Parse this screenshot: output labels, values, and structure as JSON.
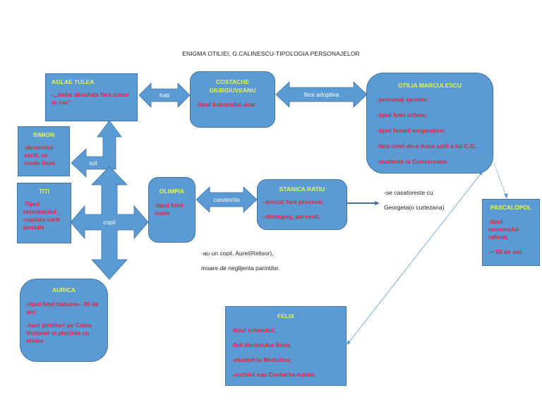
{
  "title": "ENIGMA OTILIEI, G.CALINESCU-TIPOLOGIA PERSONAJELOR",
  "colors": {
    "box_fill": "#5b9bd5",
    "box_border": "#41719c",
    "name_text": "#e8f44a",
    "trait_text": "#e8203a",
    "connector_line": "#5b9bd5"
  },
  "nodes": {
    "aglae": {
      "name": "AGLAE TULEA",
      "lines": [
        "-„,baba absoluta fara cusur in rau”"
      ]
    },
    "costache": {
      "name": "COSTACHE GIURGIUVEANU",
      "lines": [
        "-tipul batranului avar"
      ]
    },
    "otilia": {
      "name": "OTILIA MARCULESCU",
      "lines": [
        "-personaj eponim;",
        "-tipul fetei orfane;",
        "-tipul femeii enigmatice;",
        "-fata celei de-a doua sotii a lui C.G.",
        "-studenta la Conservator"
      ]
    },
    "simion": {
      "name": "SIMION",
      "lines": [
        "-dementul senil, se crede Iisus"
      ]
    },
    "titi": {
      "name": "TITI",
      "lines": [
        "-Tipul retardatului , copiaza carti postale"
      ]
    },
    "olimpia": {
      "name": "OLIMPIA",
      "lines": [
        "-tipul fetei naive"
      ]
    },
    "stanica": {
      "name": "STANICA RATIU",
      "lines": [
        "-avocat fara procese;",
        "-demagog, parvenit."
      ]
    },
    "pascalopol": {
      "name": "PASCALOPOL",
      "lines": [
        "-tipul mosierului rafinat;",
        "-~ 50 de ani."
      ]
    },
    "aurica": {
      "name": "AURICA",
      "lines": [
        "-tipul fetei batrane~ 30 de ani;",
        "-face plimbari pe Calea Victoriei si placinte cu visine"
      ]
    },
    "felix": {
      "name": "FELIX",
      "lines": [
        "-tipul orfanului;",
        "-fiul doctorului Sima;",
        "-student la Medicina;",
        "-unchiul sau Costache-tutore."
      ]
    }
  },
  "relations": {
    "frati": "frati",
    "fiica_adoptiva": "fiica adoptiva",
    "sot": "sot",
    "copii": "copii",
    "casatorita": "casatorita"
  },
  "notes": {
    "georgeta": [
      "-se casatoreste cu",
      "Georgeta(o curtezana)"
    ],
    "aurel": [
      "-au un copil, Aurel(Relisor),",
      "moare de neglijenta parintilor."
    ]
  }
}
